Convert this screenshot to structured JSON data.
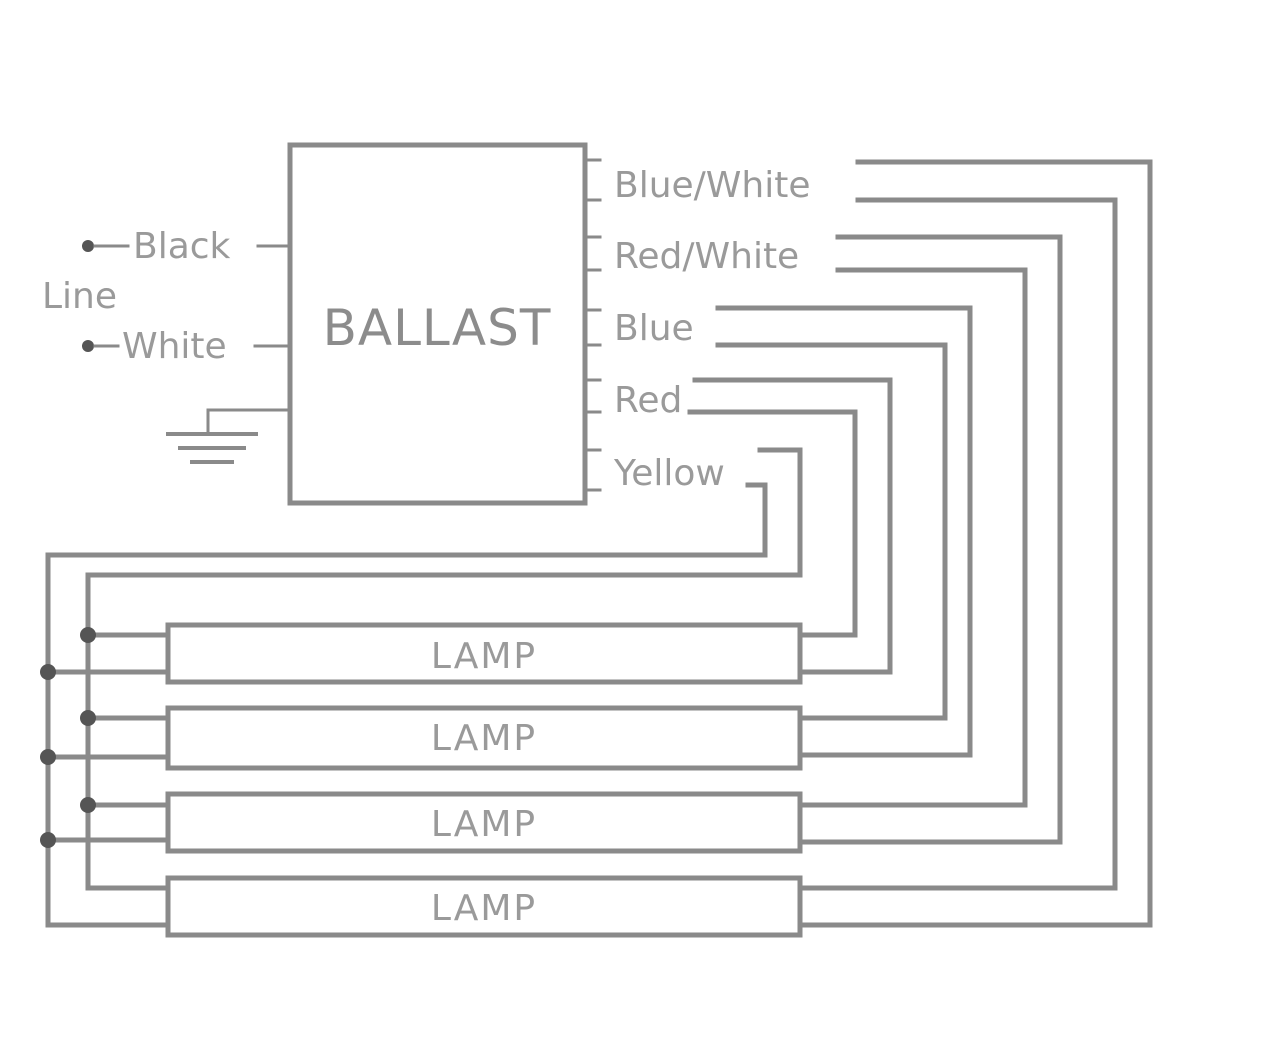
{
  "ballast": {
    "label": "BALLAST"
  },
  "line": {
    "label": "Line",
    "inputs": [
      "Black",
      "White"
    ]
  },
  "outputs": [
    "Blue/White",
    "Red/White",
    "Blue",
    "Red",
    "Yellow"
  ],
  "lamps": [
    "LAMP",
    "LAMP",
    "LAMP",
    "LAMP"
  ],
  "colors": {
    "wire": "#8a8a8a",
    "text": "#9a9a9a",
    "dot": "#555555"
  }
}
